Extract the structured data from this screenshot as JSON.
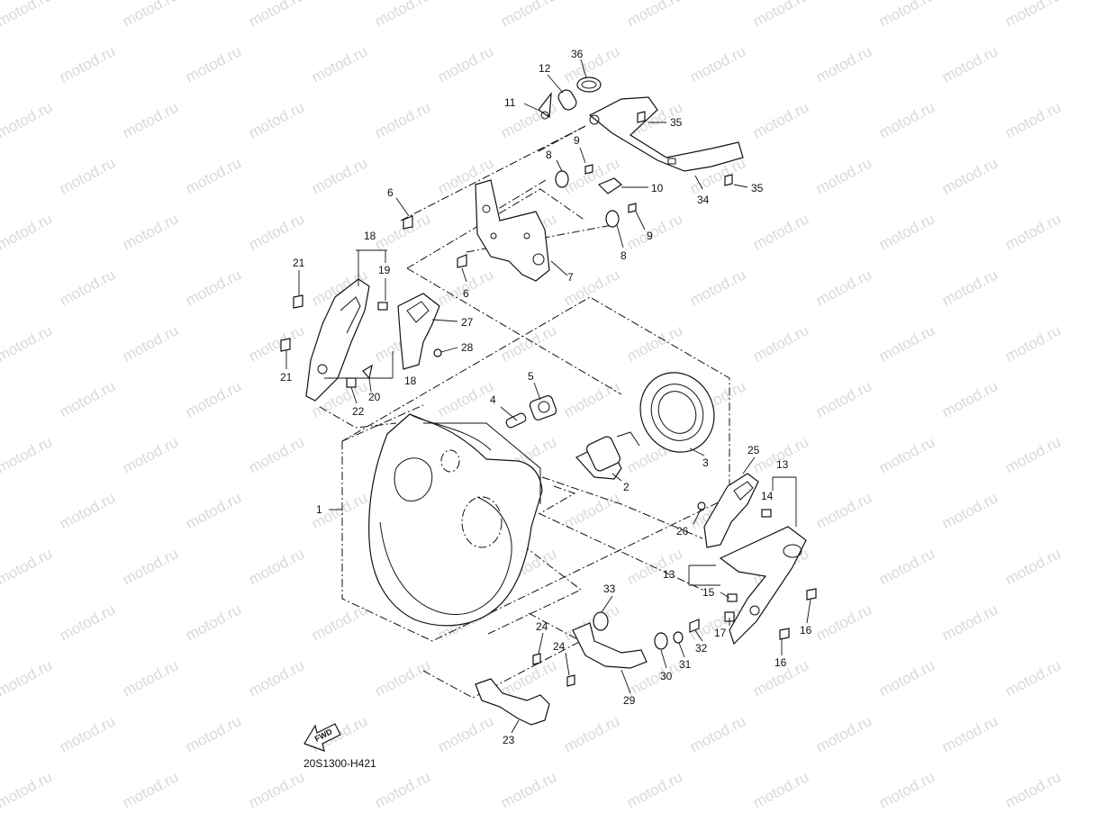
{
  "watermark": "motod.ru",
  "diagram_code": "20S1300-H421",
  "fwd_label": "FWD",
  "callouts": [
    "1",
    "2",
    "3",
    "4",
    "5",
    "6",
    "6",
    "7",
    "8",
    "8",
    "9",
    "9",
    "10",
    "11",
    "12",
    "13",
    "13",
    "14",
    "15",
    "16",
    "16",
    "17",
    "18",
    "18",
    "19",
    "20",
    "21",
    "21",
    "22",
    "23",
    "24",
    "24",
    "25",
    "26",
    "27",
    "28",
    "29",
    "30",
    "31",
    "32",
    "33",
    "34",
    "35",
    "35",
    "36"
  ],
  "colors": {
    "line": "#111111",
    "watermark": "#d9d9d9"
  }
}
